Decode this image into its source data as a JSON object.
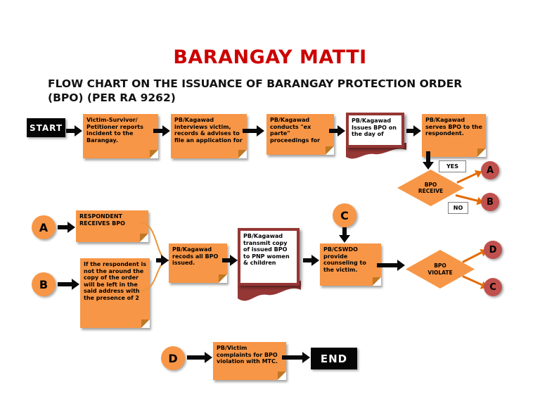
{
  "page": {
    "title": "BARANGAY MATTI",
    "subtitle_line1": "FLOW CHART ON THE ISSUANCE OF BARANGAY PROTECTION ORDER",
    "subtitle_line2": "(BPO) (PER RA 9262)"
  },
  "colors": {
    "title_red": "#CC0000",
    "note_orange": "#F79646",
    "connector_dark_red": "#C0504D",
    "document_maroon": "#953735",
    "arrow_black": "#0A0A0A",
    "arrow_orange": "#E36C09"
  },
  "nodes": {
    "start": "START",
    "report": "Victim-Survivor/ Petitioner reports incident to the Barangay.",
    "interview": "PB/Kagawad interviews victim, records & advises to file an application for",
    "exparte": "PB/Kagawad conducts \"ex parte\" proceedings for",
    "issue": "PB/Kagawad Issues BPO on the day of",
    "serve": "PB/Kagawad serves BPO to the respondent.",
    "receive_decision": "BPO RECEIVE",
    "yes": "YES",
    "no": "NO",
    "connector_a": "A",
    "connector_b": "B",
    "connector_c": "C",
    "connector_d": "D",
    "respondent_receives": "RESPONDENT RECEIVES BPO",
    "not_around": "If the respondent is not the around the copy of the order will be left in the said address with the presence of 2",
    "records": "PB/Kagawad recods all BPO issued.",
    "transmit": "PB/Kagawad transmit copy of issued BPO to PNP women & children",
    "counsel": "PB/CSWDO provide counseling to the victim.",
    "violate_decision": "BPO VIOLATE",
    "complaint": "PB/Victim complaints for BPO violation with MTC.",
    "end": "END"
  }
}
